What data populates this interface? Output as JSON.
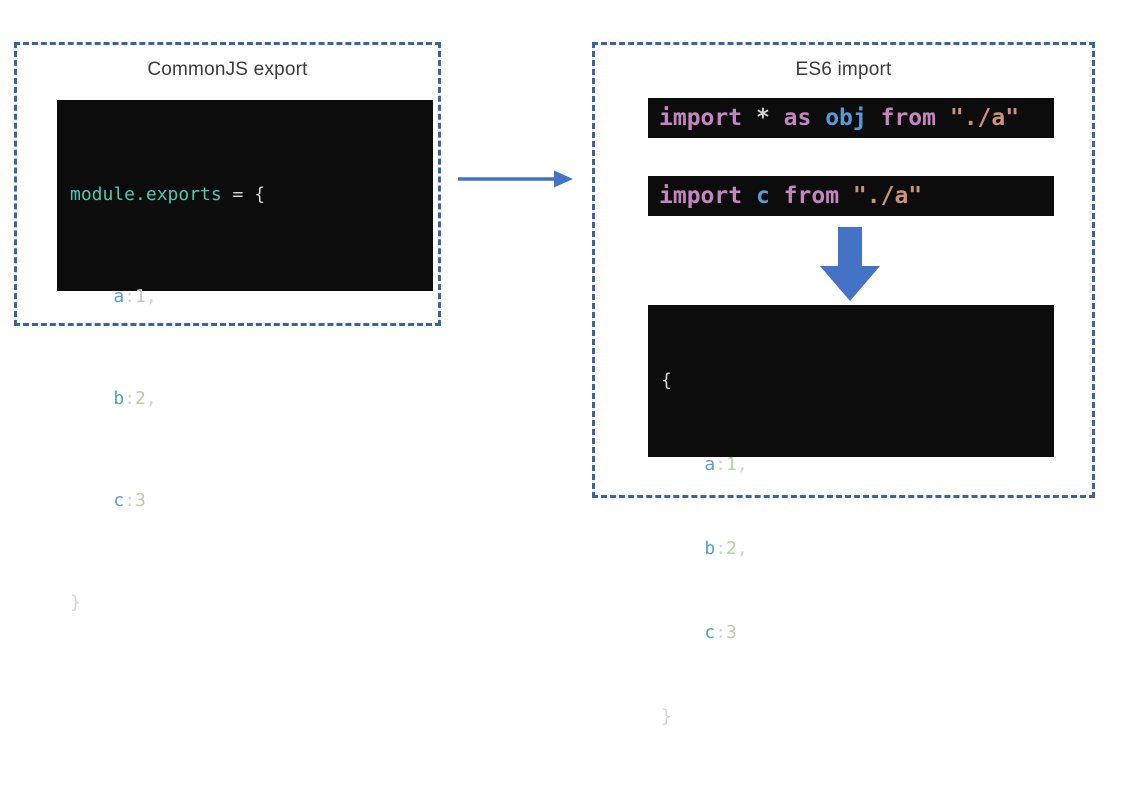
{
  "colors": {
    "dashed_border": "#3a62a8",
    "arrow_blue": "#4472c4",
    "code_background": "#0c0c0c",
    "syntax_teal": "#4ec9b0",
    "syntax_blue": "#569cd6",
    "syntax_pink": "#c586c0",
    "syntax_orange": "#ce9178",
    "syntax_plain": "#d4d4d4",
    "syntax_number": "#b5cea8",
    "title_text": "#3b3b3b"
  },
  "icons": {
    "flow_arrow": "right-arrow",
    "result_arrow": "down-arrow"
  },
  "left_panel": {
    "title": "CommonJS export",
    "code": {
      "l1": [
        "module.exports",
        " = {"
      ],
      "l2": [
        "    ",
        "a",
        ":",
        "1",
        ","
      ],
      "l3": [
        "    ",
        "b",
        ":",
        "2",
        ","
      ],
      "l4": [
        "    ",
        "c",
        ":",
        "3"
      ],
      "l5": [
        "}"
      ]
    }
  },
  "right_panel": {
    "title": "ES6 import",
    "import_star": [
      "import",
      " * ",
      "as",
      " ",
      "obj",
      " ",
      "from",
      " ",
      "\"./a\""
    ],
    "import_default": [
      "import",
      " ",
      "c",
      " ",
      "from",
      " ",
      "\"./a\""
    ],
    "result": {
      "l1": [
        "{"
      ],
      "l2": [
        "    ",
        "a",
        ":",
        "1",
        ","
      ],
      "l3": [
        "    ",
        "b",
        ":",
        "2",
        ","
      ],
      "l4": [
        "    ",
        "c",
        ":",
        "3"
      ],
      "l5": [
        "}"
      ]
    }
  }
}
